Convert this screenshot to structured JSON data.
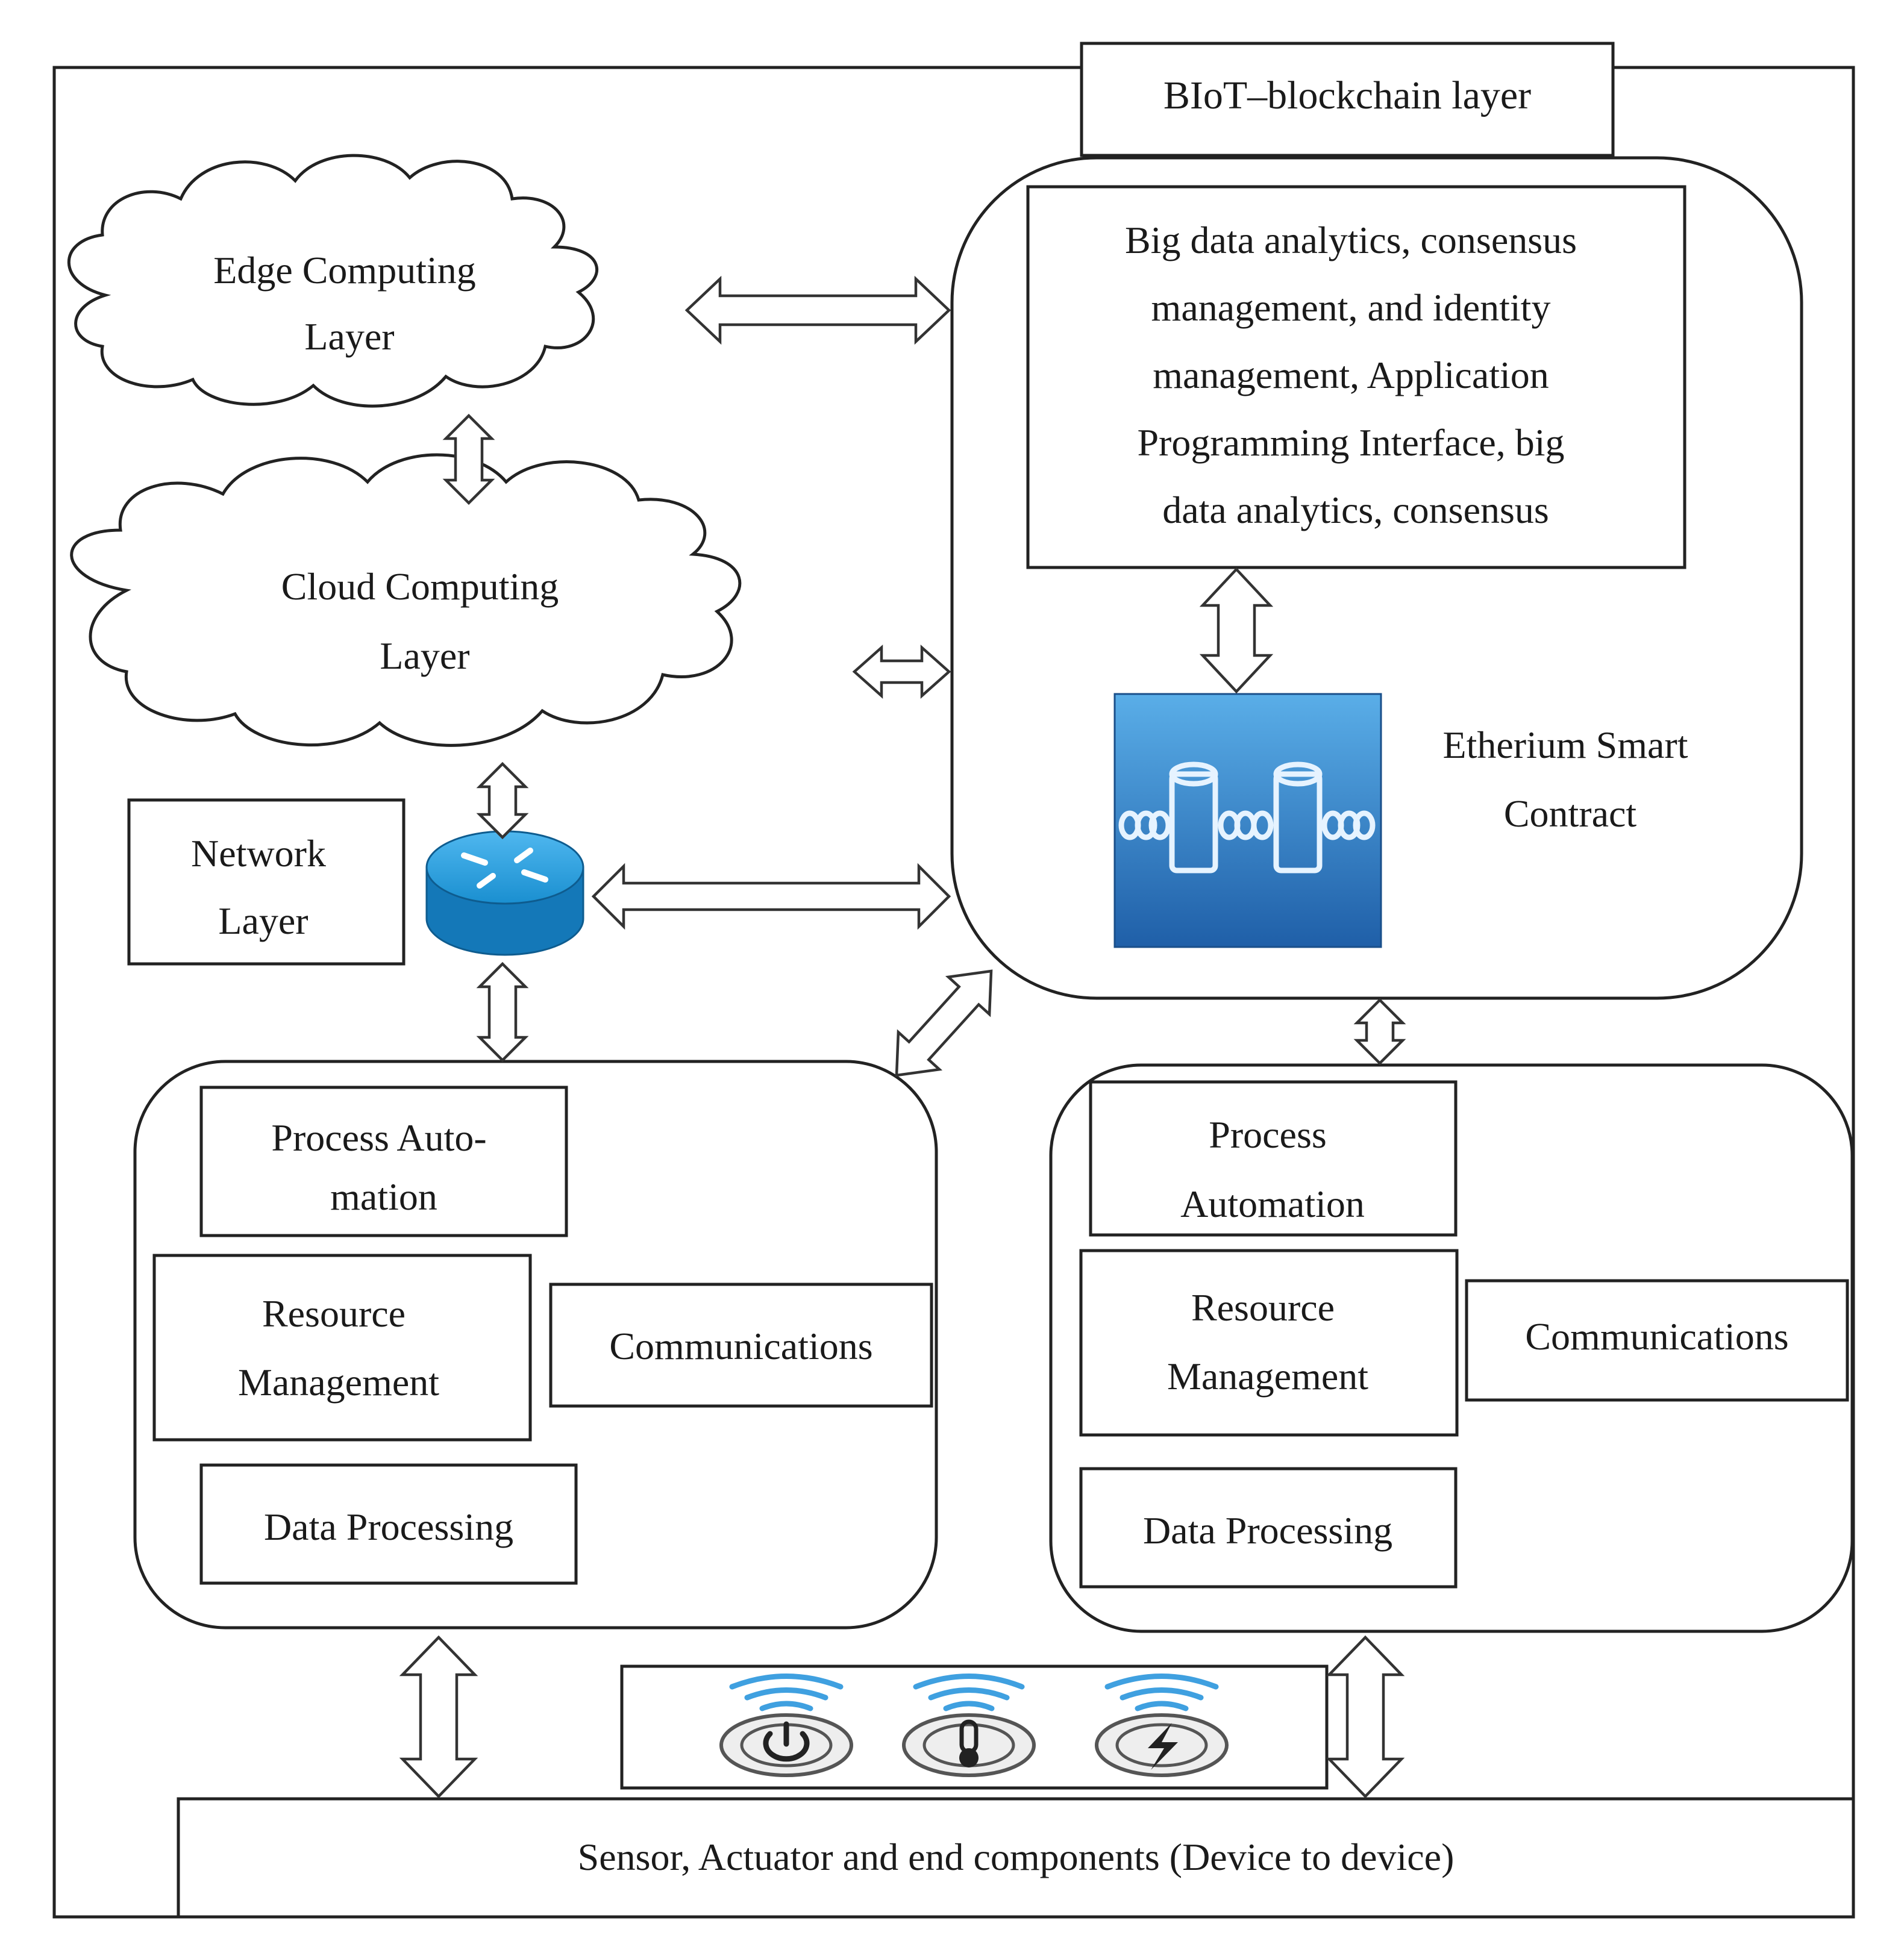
{
  "blockchain_layer": {
    "title": "BIoT–blockchain layer",
    "analytics_lines": [
      "Big data analytics, consensus",
      "management, and identity",
      "management, Application",
      "Programming Interface, big",
      "data analytics, consensus"
    ],
    "smart_contract_lines": [
      "Etherium Smart",
      "Contract"
    ]
  },
  "edge_layer": {
    "lines": [
      "Edge Computing",
      "Layer"
    ]
  },
  "cloud_layer": {
    "lines": [
      "Cloud Computing",
      "Layer"
    ]
  },
  "network_layer": {
    "lines": [
      "Network",
      "Layer"
    ]
  },
  "left_node": {
    "process_lines": [
      "Process Auto-",
      "mation"
    ],
    "resource_lines": [
      "Resource",
      "Management"
    ],
    "communications": "Communications",
    "data_processing": "Data Processing"
  },
  "right_node": {
    "process_lines": [
      "Process",
      "Automation"
    ],
    "resource_lines": [
      "Resource",
      "Management"
    ],
    "communications": "Communications",
    "data_processing": "Data Processing"
  },
  "devices": {
    "icons": [
      "power-icon",
      "thermometer-icon",
      "lightning-icon"
    ]
  },
  "sensor_layer": {
    "label": "Sensor, Actuator and end components (Device to device)"
  },
  "colors": {
    "router": "#1a8fd0",
    "chain_tile": "#3c8fd8",
    "wifi": "#3fa0e0"
  }
}
